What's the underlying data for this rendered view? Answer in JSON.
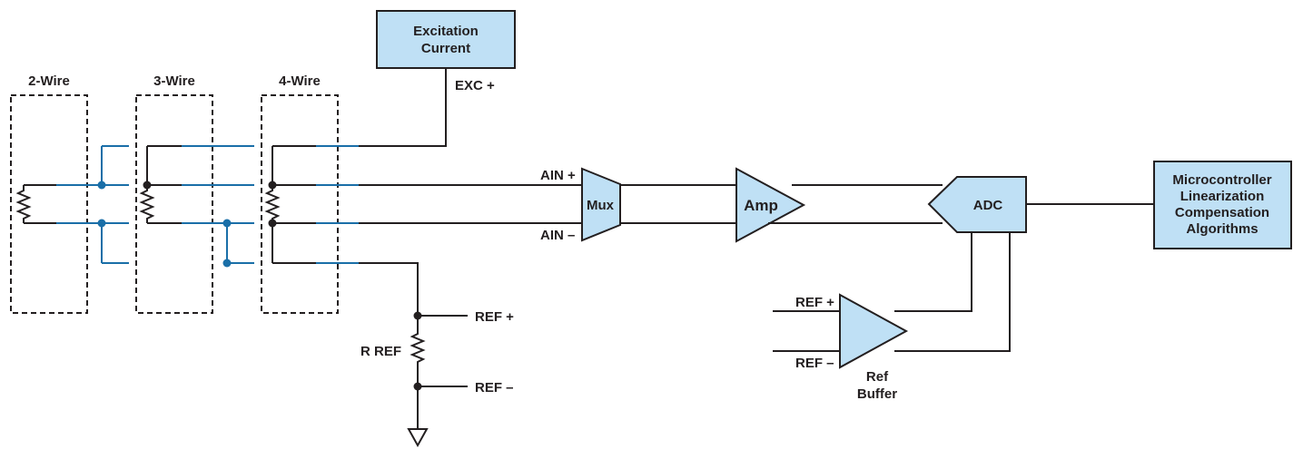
{
  "labels": {
    "two_wire": "2-Wire",
    "three_wire": "3-Wire",
    "four_wire": "4-Wire",
    "exc_plus": "EXC +",
    "ain_plus": "AIN +",
    "ain_minus": "AIN –",
    "ref_plus_top": "REF +",
    "ref_minus_top": "REF –",
    "rref": "R REF",
    "ref_plus_buf": "REF +",
    "ref_minus_buf": "REF –"
  },
  "blocks": {
    "excitation": [
      "Excitation",
      "Current"
    ],
    "mux": "Mux",
    "amp": "Amp",
    "adc": "ADC",
    "ref_buffer": [
      "Ref",
      "Buffer"
    ],
    "mcu": [
      "Microcontroller",
      "Linearization",
      "Compensation",
      "Algorithms"
    ]
  },
  "colors": {
    "block_fill": "#bfe0f5",
    "line": "#231f20",
    "wire_blue": "#1a6fa8"
  }
}
